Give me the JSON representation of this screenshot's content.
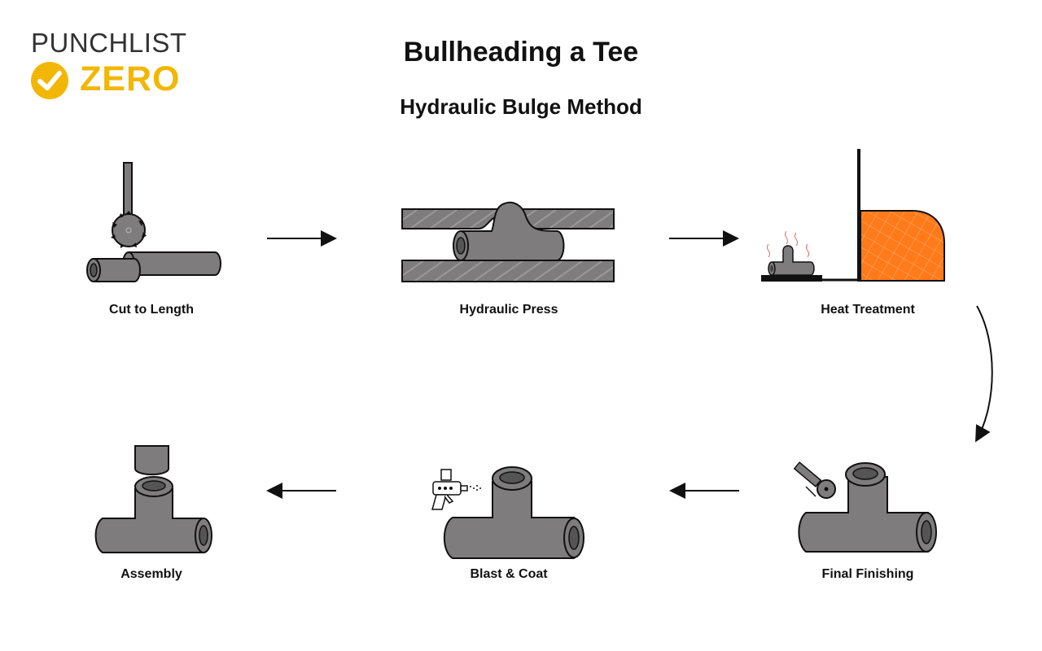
{
  "logo": {
    "line1": "PUNCHLIST",
    "line2": "ZERO",
    "icon": "check-circle-icon",
    "brand_color": "#F2B705"
  },
  "title": "Bullheading a Tee",
  "subtitle": "Hydraulic Bulge Method",
  "steps": [
    {
      "label": "Cut to Length",
      "icon": "saw-cut-pipe-icon"
    },
    {
      "label": "Hydraulic Press",
      "icon": "hydraulic-press-icon"
    },
    {
      "label": "Heat Treatment",
      "icon": "furnace-icon"
    },
    {
      "label": "Final Finishing",
      "icon": "grinder-tee-icon"
    },
    {
      "label": "Blast & Coat",
      "icon": "spray-gun-tee-icon"
    },
    {
      "label": "Assembly",
      "icon": "assembly-tee-icon"
    }
  ],
  "colors": {
    "pipe": "#7E7C7D",
    "outline": "#111111",
    "furnace": "#FF7A1A",
    "heat": "#E8605A"
  }
}
